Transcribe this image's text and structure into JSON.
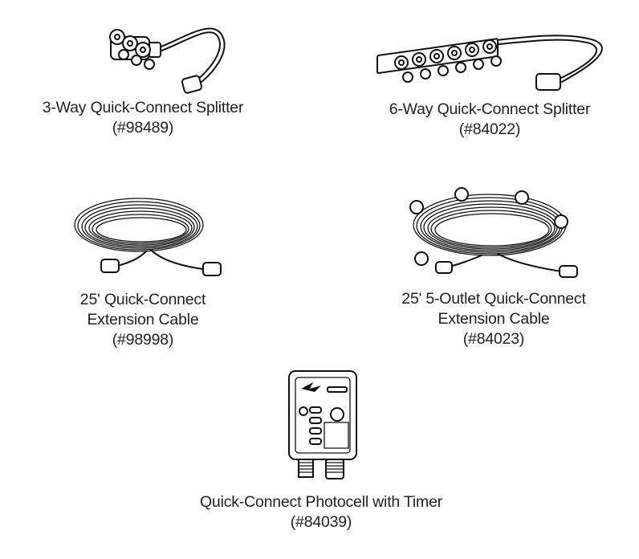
{
  "products": [
    {
      "name": "3-Way Quick-Connect Splitter",
      "sku": "(#98489)",
      "icon": "three-way-splitter-icon"
    },
    {
      "name": "6-Way Quick-Connect Splitter",
      "sku": "(#84022)",
      "icon": "six-way-splitter-icon"
    },
    {
      "name_lines": [
        "25' Quick-Connect",
        "Extension Cable"
      ],
      "sku": "(#98998)",
      "icon": "extension-cable-icon"
    },
    {
      "name_lines": [
        "25' 5-Outlet Quick-Connect",
        "Extension Cable"
      ],
      "sku": "(#84023)",
      "icon": "five-outlet-cable-icon"
    },
    {
      "name": "Quick-Connect Photocell with Timer",
      "sku": "(#84039)",
      "icon": "photocell-timer-icon"
    }
  ]
}
